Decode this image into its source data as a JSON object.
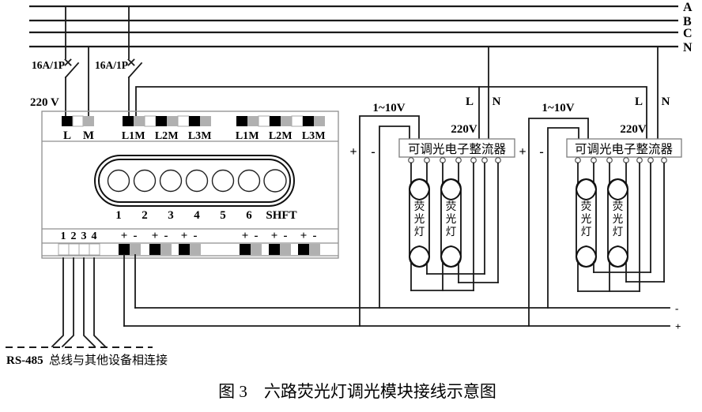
{
  "bus": {
    "a": "A",
    "b": "B",
    "c": "C",
    "n": "N"
  },
  "breaker": {
    "label": "16A/1P"
  },
  "supply": {
    "voltage": "220 V"
  },
  "module": {
    "top": {
      "l": "L",
      "m": "M",
      "l1": "L1",
      "m1": "M",
      "l2": "L2",
      "m2": "M",
      "l3": "L3",
      "m3": "M"
    },
    "channels": [
      "1",
      "2",
      "3",
      "4",
      "5",
      "6"
    ],
    "shift": "SHFT",
    "bus_terminals": [
      "1",
      "2",
      "3",
      "4"
    ]
  },
  "signs": {
    "plus": "+",
    "minus": "-"
  },
  "ballast": {
    "label": "可调光电子整流器",
    "control": "1~10V",
    "mains": "220V",
    "line": "L",
    "neutral": "N"
  },
  "lamp": {
    "c1": "荧",
    "c2": "光",
    "c3": "灯"
  },
  "rs485": {
    "prefix": "RS-485",
    "text": "总线与其他设备相连接"
  },
  "caption": "图 3　六路荧光灯调光模块接线示意图",
  "colors": {
    "terminal_black": "#000000",
    "terminal_gray": "#b0b0b0",
    "wire": "#1a1a1a"
  }
}
